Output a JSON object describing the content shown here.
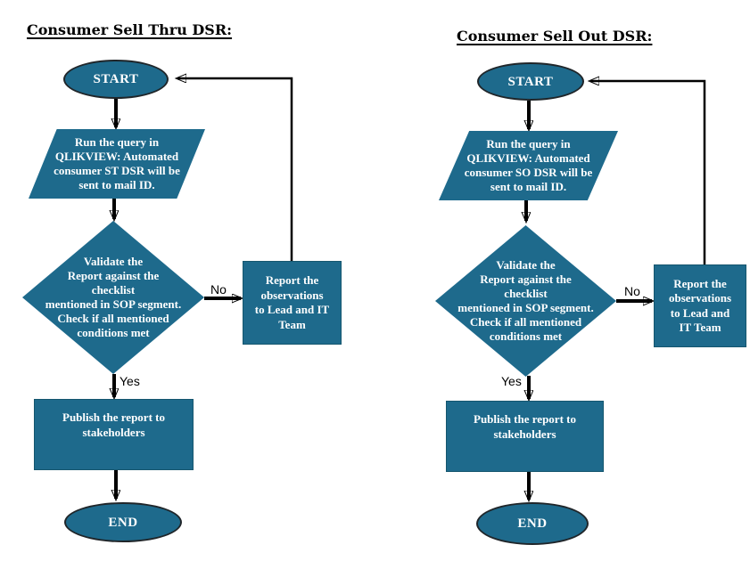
{
  "colors": {
    "shape_fill": "#1E6A8C",
    "shape_text": "#FFFFFF",
    "arrow": "#000000",
    "title_text": "#000000",
    "canvas_bg": "#FFFFFF"
  },
  "charts": [
    {
      "title": "Consumer Sell Thru DSR:",
      "start_label": "START",
      "query_step": "Run the query in\nQLIKVIEW: Automated\nconsumer ST DSR will be\nsent to mail ID.",
      "decision_step": "Validate the\nReport against the\nchecklist\nmentioned in SOP segment.\nCheck if all mentioned\nconditions met",
      "no_label": "No",
      "yes_label": "Yes",
      "report_step": "Report the\nobservations\nto Lead and IT\nTeam",
      "publish_step": "Publish the report to\nstakeholders",
      "end_label": "END"
    },
    {
      "title": "Consumer Sell Out DSR:",
      "start_label": "START",
      "query_step": "Run the query in\nQLIKVIEW: Automated\nconsumer SO DSR will be\nsent to mail ID.",
      "decision_step": "Validate the\nReport against the\nchecklist\nmentioned in SOP segment.\nCheck if all mentioned\nconditions met",
      "no_label": "No",
      "yes_label": "Yes",
      "report_step": "Report the\nobservations\nto Lead and\nIT Team",
      "publish_step": "Publish the report to\nstakeholders",
      "end_label": "END"
    }
  ]
}
